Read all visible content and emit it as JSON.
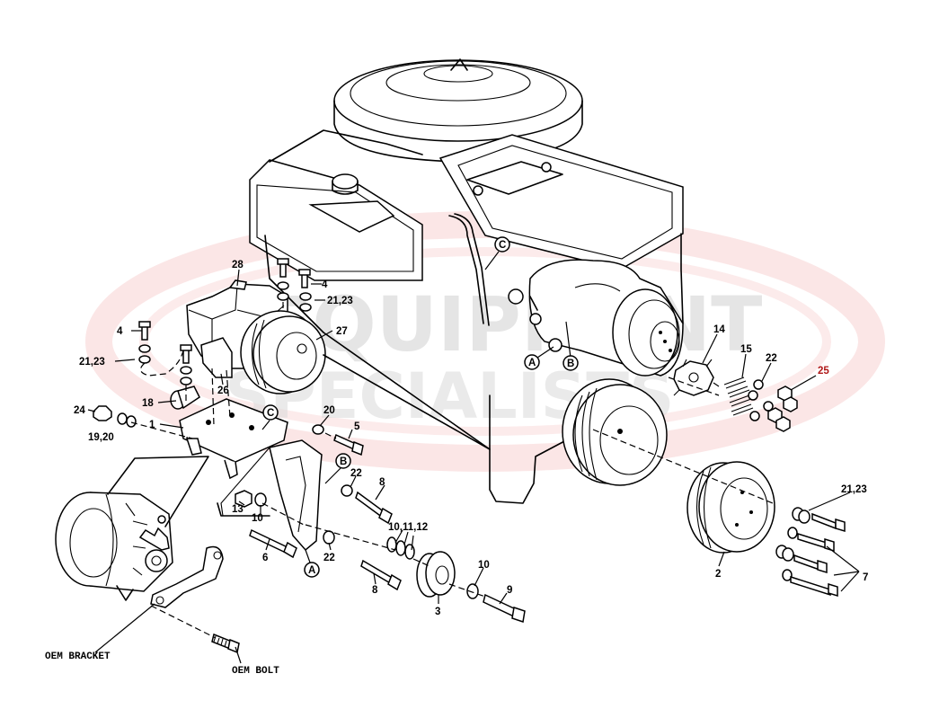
{
  "watermark": {
    "line1": "EQUIPMENT",
    "line2": "SPECIALISTS",
    "ring_color": "#e23b3b",
    "text_color": "#cfcfcf"
  },
  "callouts": {
    "c28": "28",
    "c4a": "4",
    "c4b": "4",
    "c2123a": "21,23",
    "c2123b": "21,23",
    "c2123c": "21,23",
    "c27": "27",
    "c26": "26",
    "c18": "18",
    "c24": "24",
    "c1920": "19,20",
    "c1": "1",
    "c20": "20",
    "c5": "5",
    "c22a": "22",
    "c22b": "22",
    "c22c": "22",
    "c8a": "8",
    "c8b": "8",
    "c13": "13",
    "c10a": "10",
    "c10b": "10",
    "c6": "6",
    "c101112": "10,11,12",
    "c3": "3",
    "c9": "9",
    "c14": "14",
    "c15": "15",
    "c25": "25",
    "c2": "2",
    "c7": "7"
  },
  "circled": {
    "A1": "A",
    "B1": "B",
    "C1": "C",
    "C2": "C",
    "B2": "B",
    "A2": "A"
  },
  "notes": {
    "oem_bracket": "OEM BRACKET",
    "oem_bolt": "OEM BOLT"
  }
}
